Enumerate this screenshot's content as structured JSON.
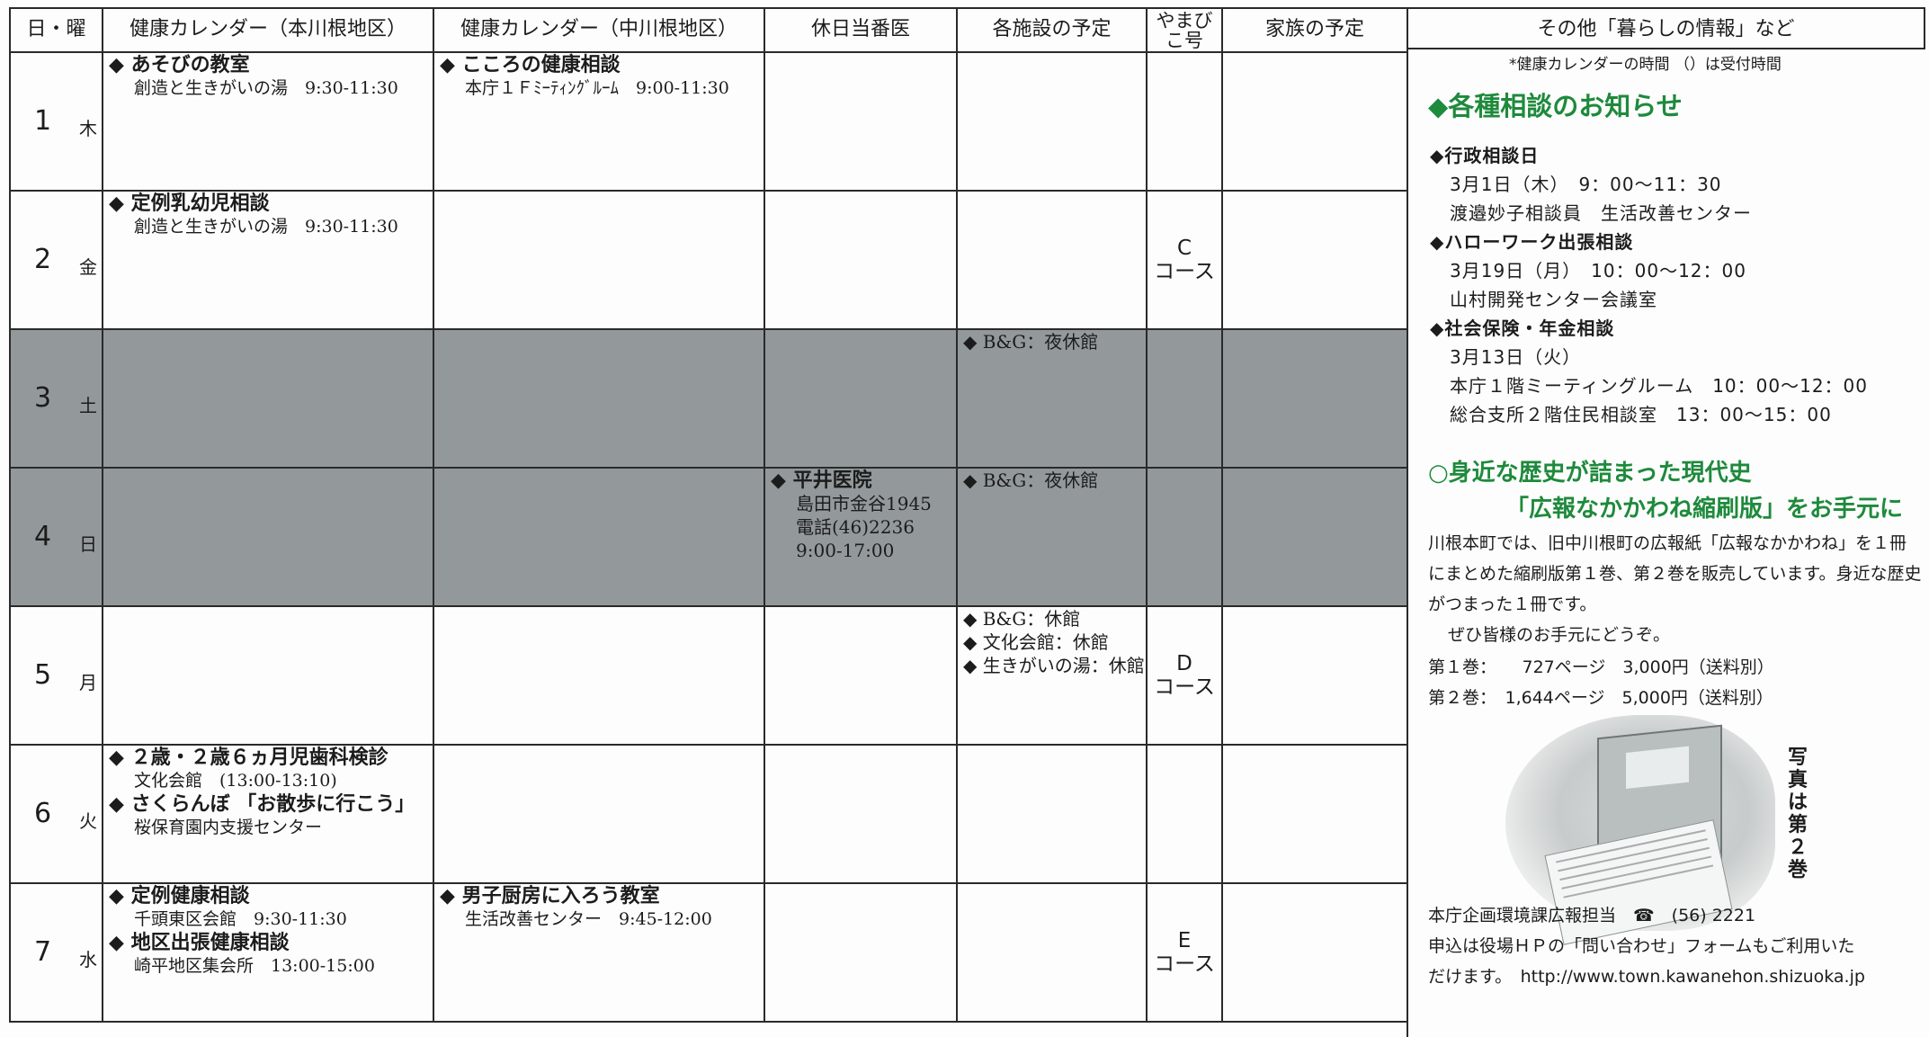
{
  "headers": {
    "day": "日・曜",
    "honkawane": "健康カレンダー（本川根地区）",
    "nakakawane": "健康カレンダー（中川根地区）",
    "holiday_doctor": "休日当番医",
    "facilities": "各施設の予定",
    "yamabiko": "やまびこ号",
    "family": "家族の予定",
    "other": "その他「暮らしの情報」など"
  },
  "days": [
    {
      "num": "1",
      "dow": "木",
      "honkawane": [
        {
          "title": "◆ あそびの教室",
          "sub": "創造と生きがいの湯　9:30-11:30"
        }
      ],
      "nakakawane": [
        {
          "title": "◆ こころの健康相談",
          "sub": "本庁１Ｆﾐｰﾃｨﾝｸﾞﾙｰﾑ　9:00-11:30"
        }
      ]
    },
    {
      "num": "2",
      "dow": "金",
      "honkawane": [
        {
          "title": "◆ 定例乳幼児相談",
          "sub": "創造と生きがいの湯　9:30-11:30"
        }
      ],
      "yamabiko": [
        "C",
        "コース"
      ]
    },
    {
      "num": "3",
      "dow": "土",
      "facilities": [
        "◆ B&G：夜休館"
      ]
    },
    {
      "num": "4",
      "dow": "日",
      "clinic": {
        "title": "◆ 平井医院",
        "lines": [
          "島田市金谷1945",
          "電話(46)2236",
          "9:00-17:00"
        ]
      },
      "facilities": [
        "◆ B&G：夜休館"
      ]
    },
    {
      "num": "5",
      "dow": "月",
      "facilities": [
        "◆ B&G：休館",
        "◆ 文化会館：休館",
        "◆ 生きがいの湯：休館"
      ],
      "yamabiko": [
        "D",
        "コース"
      ]
    },
    {
      "num": "6",
      "dow": "火",
      "honkawane": [
        {
          "title": "◆ ２歳・２歳６ヵ月児歯科検診",
          "sub": "文化会館　(13:00-13:10)"
        },
        {
          "title": "◆ さくらんぼ 「お散歩に行こう」",
          "sub": "桜保育園内支援センター"
        }
      ]
    },
    {
      "num": "7",
      "dow": "水",
      "honkawane": [
        {
          "title": "◆ 定例健康相談",
          "sub": "千頭東区会館　9:30-11:30"
        },
        {
          "title": "◆ 地区出張健康相談",
          "sub": "崎平地区集会所　13:00-15:00"
        }
      ],
      "nakakawane": [
        {
          "title": "◆ 男子厨房に入ろう教室",
          "sub": "生活改善センター　9:45-12:00"
        }
      ],
      "yamabiko": [
        "E",
        "コース"
      ]
    }
  ],
  "side": {
    "note": "*健康カレンダーの時間 （）は受付時間",
    "heading1": "◆各種相談のお知らせ",
    "consult1": {
      "title": "◆行政相談日",
      "l1": "3月1日（木）　9：00〜11：30",
      "l2": "渡邉妙子相談員　生活改善センター"
    },
    "consult2": {
      "title": "◆ハローワーク出張相談",
      "l1": "3月19日（月）　10：00〜12：00",
      "l2": "山村開発センター会議室"
    },
    "consult3": {
      "title": "◆社会保険・年金相談",
      "l1": "3月13日（火）",
      "l2": "本庁１階ミーティングルーム　10：00〜12：00",
      "l3": "総合支所２階住民相談室　13：00〜15：00"
    },
    "heading2a": "○身近な歴史が詰まった現代史",
    "heading2b": "「広報なかかわね縮刷版」をお手元に",
    "paragraph": "川根本町では、旧中川根町の広報紙「広報なかかわね」を１冊にまとめた縮刷版第１巻、第２巻を販売しています。身近な歴史がつまった１冊です。",
    "paragraph2": "ぜひ皆様のお手元にどうぞ。",
    "vol1": "第１巻：　　727ページ　3,000円（送料別）",
    "vol2": "第２巻：　1,644ページ　5,000円（送料別）",
    "photo_caption": "写真は第２巻",
    "contact1": "本庁企画環境課広報担当　☎　(56) 2221",
    "contact2": "申込は役場ＨＰの「問い合わせ」フォームもご利用いた",
    "contact3": "だけます。　http://www.town.kawanehon.shizuoka.jp"
  }
}
